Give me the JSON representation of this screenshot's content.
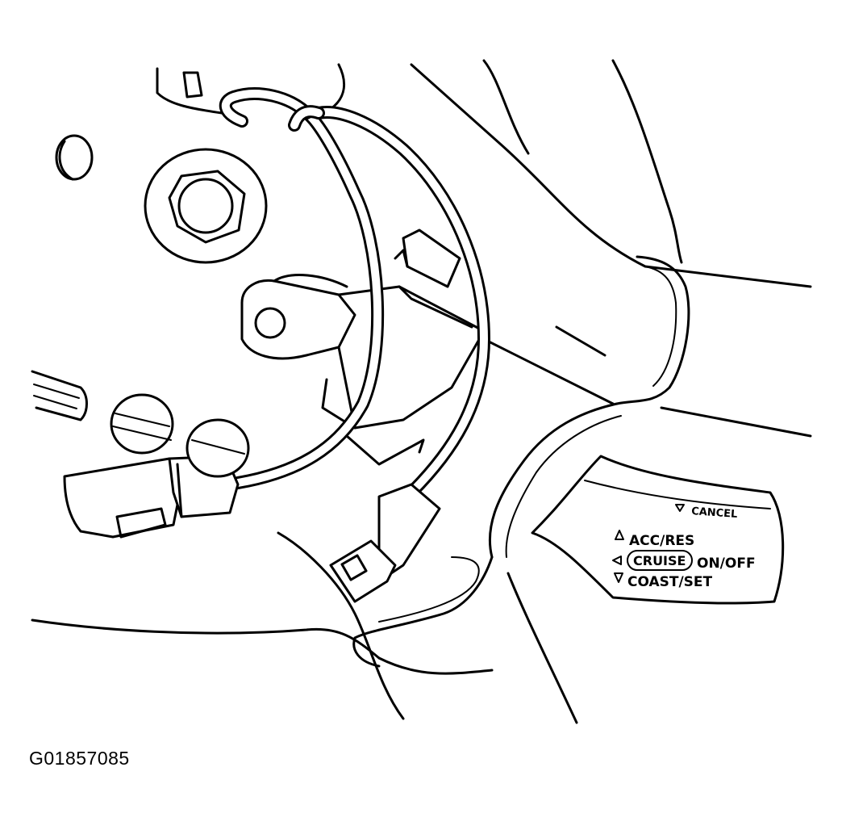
{
  "switch_labels": {
    "cancel": "CANCEL",
    "acc_res": "ACC/RES",
    "cruise": "CRUISE",
    "on_off": "ON/OFF",
    "coast_set": "COAST/SET"
  },
  "figure_id": "G01857085"
}
